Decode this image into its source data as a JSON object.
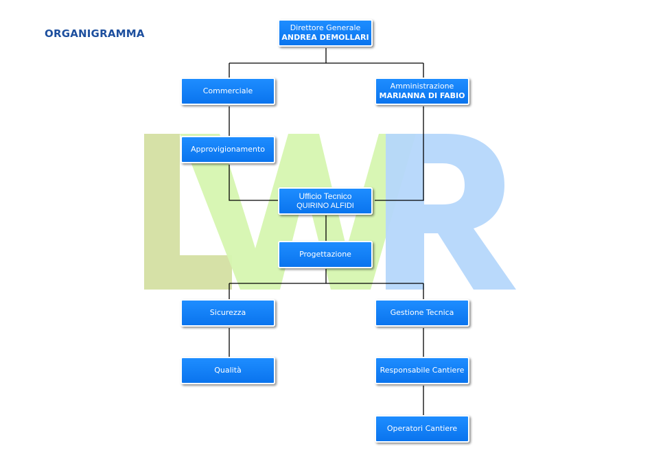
{
  "title": "ORGANIGRAMMA",
  "watermark": {
    "letters": [
      "L",
      "W",
      "R"
    ],
    "colors": [
      "#d4dfa2",
      "#d6f5b0",
      "#b5d7fb"
    ]
  },
  "colors": {
    "node": "#0a7cf4",
    "line": "#000000",
    "title": "#1d4f9e"
  },
  "nodes": {
    "direttore": {
      "line1": "Direttore Generale",
      "line2": "ANDREA DEMOLLARI"
    },
    "commerciale": {
      "line1": "Commerciale"
    },
    "amministrazione": {
      "line1": "Amministrazione",
      "line2": "MARIANNA DI FABIO"
    },
    "approvvigionamento": {
      "line1": "Approvigionamento"
    },
    "ufficio_tecnico": {
      "line1": "Ufficio Tecnico",
      "line2": "QUIRINO ALFIDI"
    },
    "progettazione": {
      "line1": "Progettazione"
    },
    "sicurezza": {
      "line1": "Sicurezza"
    },
    "gestione_tecnica": {
      "line1": "Gestione Tecnica"
    },
    "qualita": {
      "line1": "Qualità"
    },
    "responsabile_cantiere": {
      "line1": "Responsabile Cantiere"
    },
    "operatori_cantiere": {
      "line1": "Operatori Cantiere"
    }
  }
}
